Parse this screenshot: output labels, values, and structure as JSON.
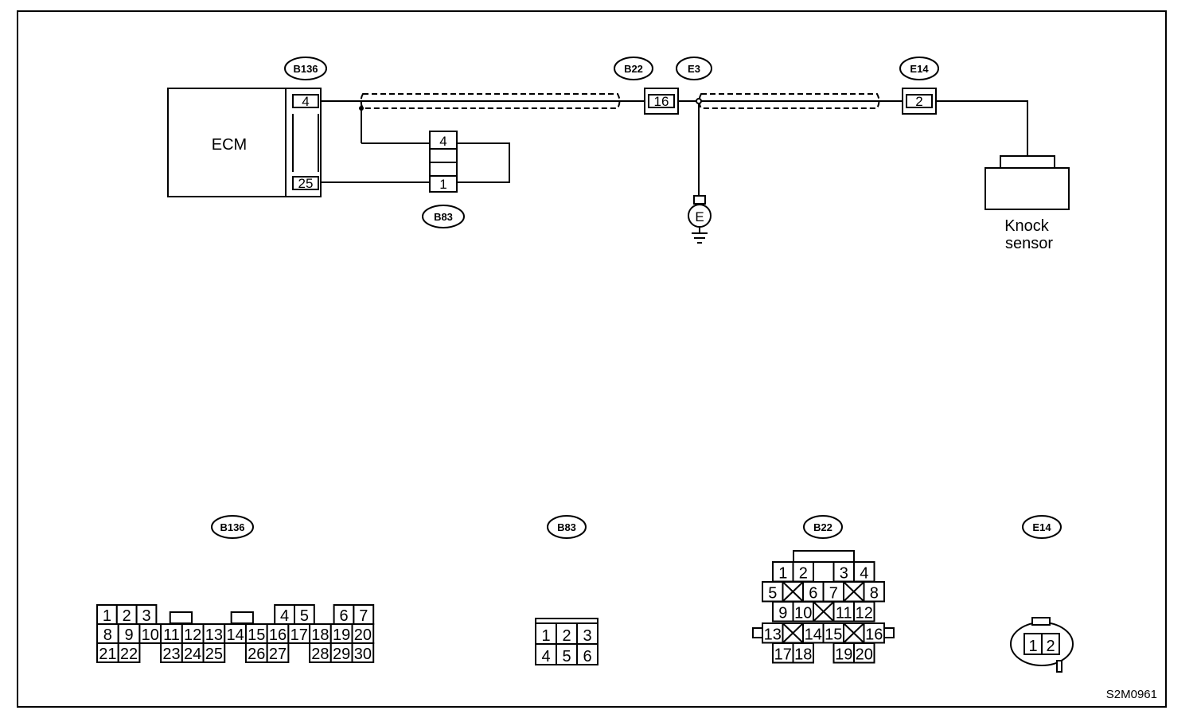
{
  "ecm_label": "ECM",
  "sensor_label_line1": "Knock",
  "sensor_label_line2": "sensor",
  "ground_label": "E",
  "wiring": {
    "b136_tag": "B136",
    "b136_pin_top": "4",
    "b136_pin_bottom": "25",
    "b83_tag": "B83",
    "b83_pin_top": "4",
    "b83_pin_bottom": "1",
    "b22_tag": "B22",
    "b22_pin": "16",
    "e3_tag": "E3",
    "e14_tag": "E14",
    "e14_pin": "2"
  },
  "connectors": {
    "b136": {
      "tag": "B136",
      "rows": [
        [
          "1",
          "2",
          "3",
          "",
          "",
          "",
          "",
          "",
          "",
          "4",
          "5",
          "",
          "6",
          "7"
        ],
        [
          "8",
          "9",
          "10",
          "11",
          "12",
          "13",
          "14",
          "15",
          "16",
          "17",
          "18",
          "19",
          "20"
        ],
        [
          "21",
          "22",
          "23",
          "24",
          "25",
          "26",
          "27",
          "28",
          "29",
          "30"
        ]
      ]
    },
    "b83": {
      "tag": "B83",
      "rows": [
        [
          "1",
          "2",
          "3"
        ],
        [
          "4",
          "5",
          "6"
        ]
      ]
    },
    "b22": {
      "tag": "B22",
      "rows": [
        [
          "1",
          "2",
          "3",
          "4"
        ],
        [
          "5",
          "6",
          "7",
          "8"
        ],
        [
          "9",
          "10",
          "11",
          "12"
        ],
        [
          "13",
          "14",
          "15",
          "16"
        ],
        [
          "17",
          "18",
          "19",
          "20"
        ]
      ]
    },
    "e14": {
      "tag": "E14",
      "rows": [
        [
          "1",
          "2"
        ]
      ]
    }
  },
  "figure_code": "S2M0961"
}
